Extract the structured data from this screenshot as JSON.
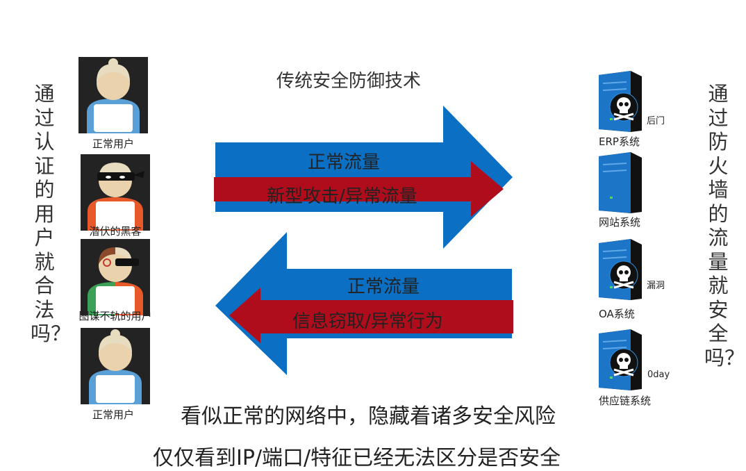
{
  "title": "传统安全防御技术",
  "left_question": "通过认证的用户就合法吗？",
  "right_question": "通过防火墙的流量就安全吗？",
  "users": [
    {
      "label": "正常用户",
      "kind": "normal"
    },
    {
      "label": "潜伏的黑客",
      "kind": "hacker"
    },
    {
      "label": "图谋不轨的用户",
      "kind": "split"
    },
    {
      "label": "正常用户",
      "kind": "normal"
    }
  ],
  "upper_arrow": {
    "blue_label": "正常流量",
    "red_label": "新型攻击/异常流量"
  },
  "lower_arrow": {
    "blue_label": "正常流量",
    "red_label": "信息窃取/异常行为"
  },
  "servers": [
    {
      "label": "ERP系统",
      "badge": "后门",
      "skull": true
    },
    {
      "label": "网站系统",
      "badge": "",
      "skull": false
    },
    {
      "label": "OA系统",
      "badge": "漏洞",
      "skull": true
    },
    {
      "label": "供应链系统",
      "badge": "0day",
      "skull": true
    }
  ],
  "footer": {
    "line1": "看似正常的网络中，隐藏着诸多安全风险",
    "line2": "仅仅看到IP/端口/特征已经无法区分是否安全"
  },
  "colors": {
    "blue_arrow": "#0b6fc4",
    "red_arrow": "#b00d1c",
    "user_bg": "#232323",
    "server_blue": "#1c75c6"
  }
}
